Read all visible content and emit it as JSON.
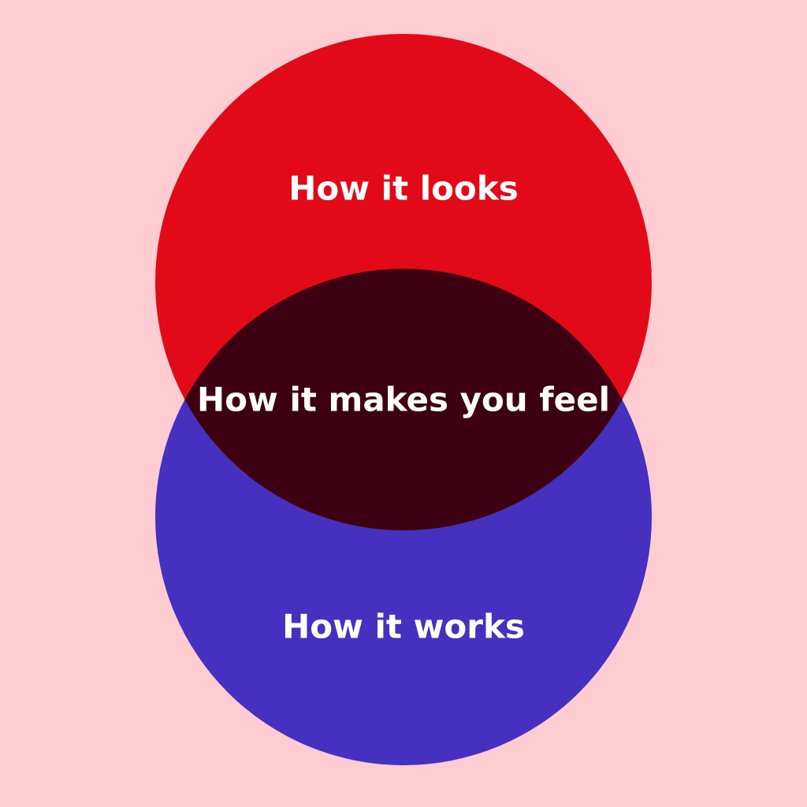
{
  "colors": {
    "background": "#FECCD1",
    "top_circle": "#E20A18",
    "bottom_circle": "#4630BF",
    "overlap": "#3D0012",
    "text": "#FFFFFF"
  },
  "diagram": {
    "top_label": "How it looks",
    "overlap_label": "How it makes you feel",
    "bottom_label": "How it works"
  }
}
